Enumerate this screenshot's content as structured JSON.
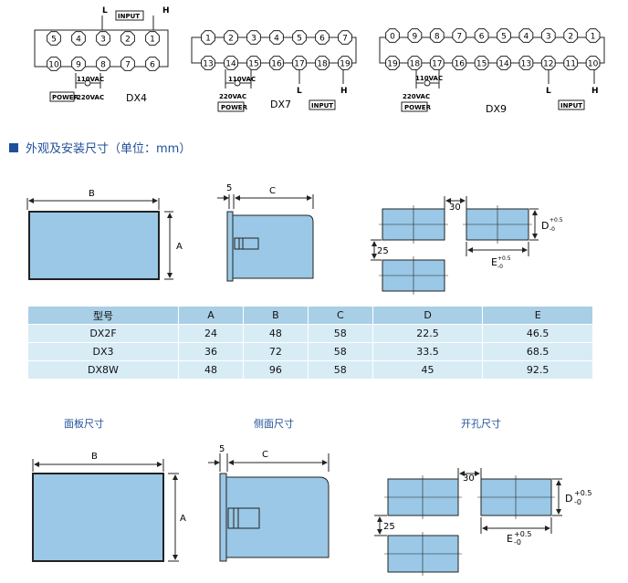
{
  "wiring": {
    "dx4": {
      "model": "DX4",
      "top_row": [
        "5",
        "4",
        "3",
        "2",
        "1"
      ],
      "bottom_row": [
        "10",
        "9",
        "8",
        "7",
        "6"
      ],
      "label_L": "L",
      "label_H": "H",
      "input": "INPUT",
      "v110": "110VAC",
      "v220": "220VAC",
      "power": "POWER"
    },
    "dx7": {
      "model": "DX7",
      "top_row": [
        "1",
        "2",
        "3",
        "4",
        "5",
        "6",
        "7"
      ],
      "bottom_row": [
        "13",
        "14",
        "15",
        "16",
        "17",
        "18",
        "19"
      ],
      "label_L": "L",
      "label_H": "H",
      "input": "INPUT",
      "v110": "110VAC",
      "v220": "220VAC",
      "power": "POWER"
    },
    "dx9": {
      "model": "DX9",
      "top_row": [
        "0",
        "9",
        "8",
        "7",
        "6",
        "5",
        "4",
        "3",
        "2",
        "1"
      ],
      "bottom_row": [
        "19",
        "18",
        "17",
        "16",
        "15",
        "14",
        "13",
        "12",
        "11",
        "10"
      ],
      "label_L": "L",
      "label_H": "H",
      "input": "INPUT",
      "v110": "110VAC",
      "v220": "220VAC",
      "power": "POWER"
    }
  },
  "section_title": "外观及安装尺寸（单位：mm）",
  "dims1": {
    "B": "B",
    "A": "A",
    "C": "C",
    "five": "5",
    "thirty": "30",
    "twentyfive": "25",
    "D": "D",
    "D_tol_up": "+0.5",
    "D_tol_dn": "-0",
    "E": "E",
    "E_tol_up": "+0.5",
    "E_tol_dn": "-0"
  },
  "table": {
    "headers": [
      "型号",
      "A",
      "B",
      "C",
      "D",
      "E"
    ],
    "rows": [
      [
        "DX2F",
        "24",
        "48",
        "58",
        "22.5",
        "46.5"
      ],
      [
        "DX3",
        "36",
        "72",
        "58",
        "33.5",
        "68.5"
      ],
      [
        "DX8W",
        "48",
        "96",
        "58",
        "45",
        "92.5"
      ]
    ]
  },
  "captions": {
    "panel": "面板尺寸",
    "side": "侧面尺寸",
    "cutout": "开孔尺寸"
  },
  "dims2": {
    "B": "B",
    "A": "A",
    "C": "C",
    "five": "5",
    "thirty": "30",
    "twentyfive": "25",
    "D": "D",
    "D_tol_up": "+0.5",
    "D_tol_dn": "-0",
    "E": "E",
    "E_tol_up": "+0.5",
    "E_tol_dn": "-0"
  },
  "colors": {
    "fill": "#9ac8e6",
    "accent": "#1f4f9a"
  }
}
